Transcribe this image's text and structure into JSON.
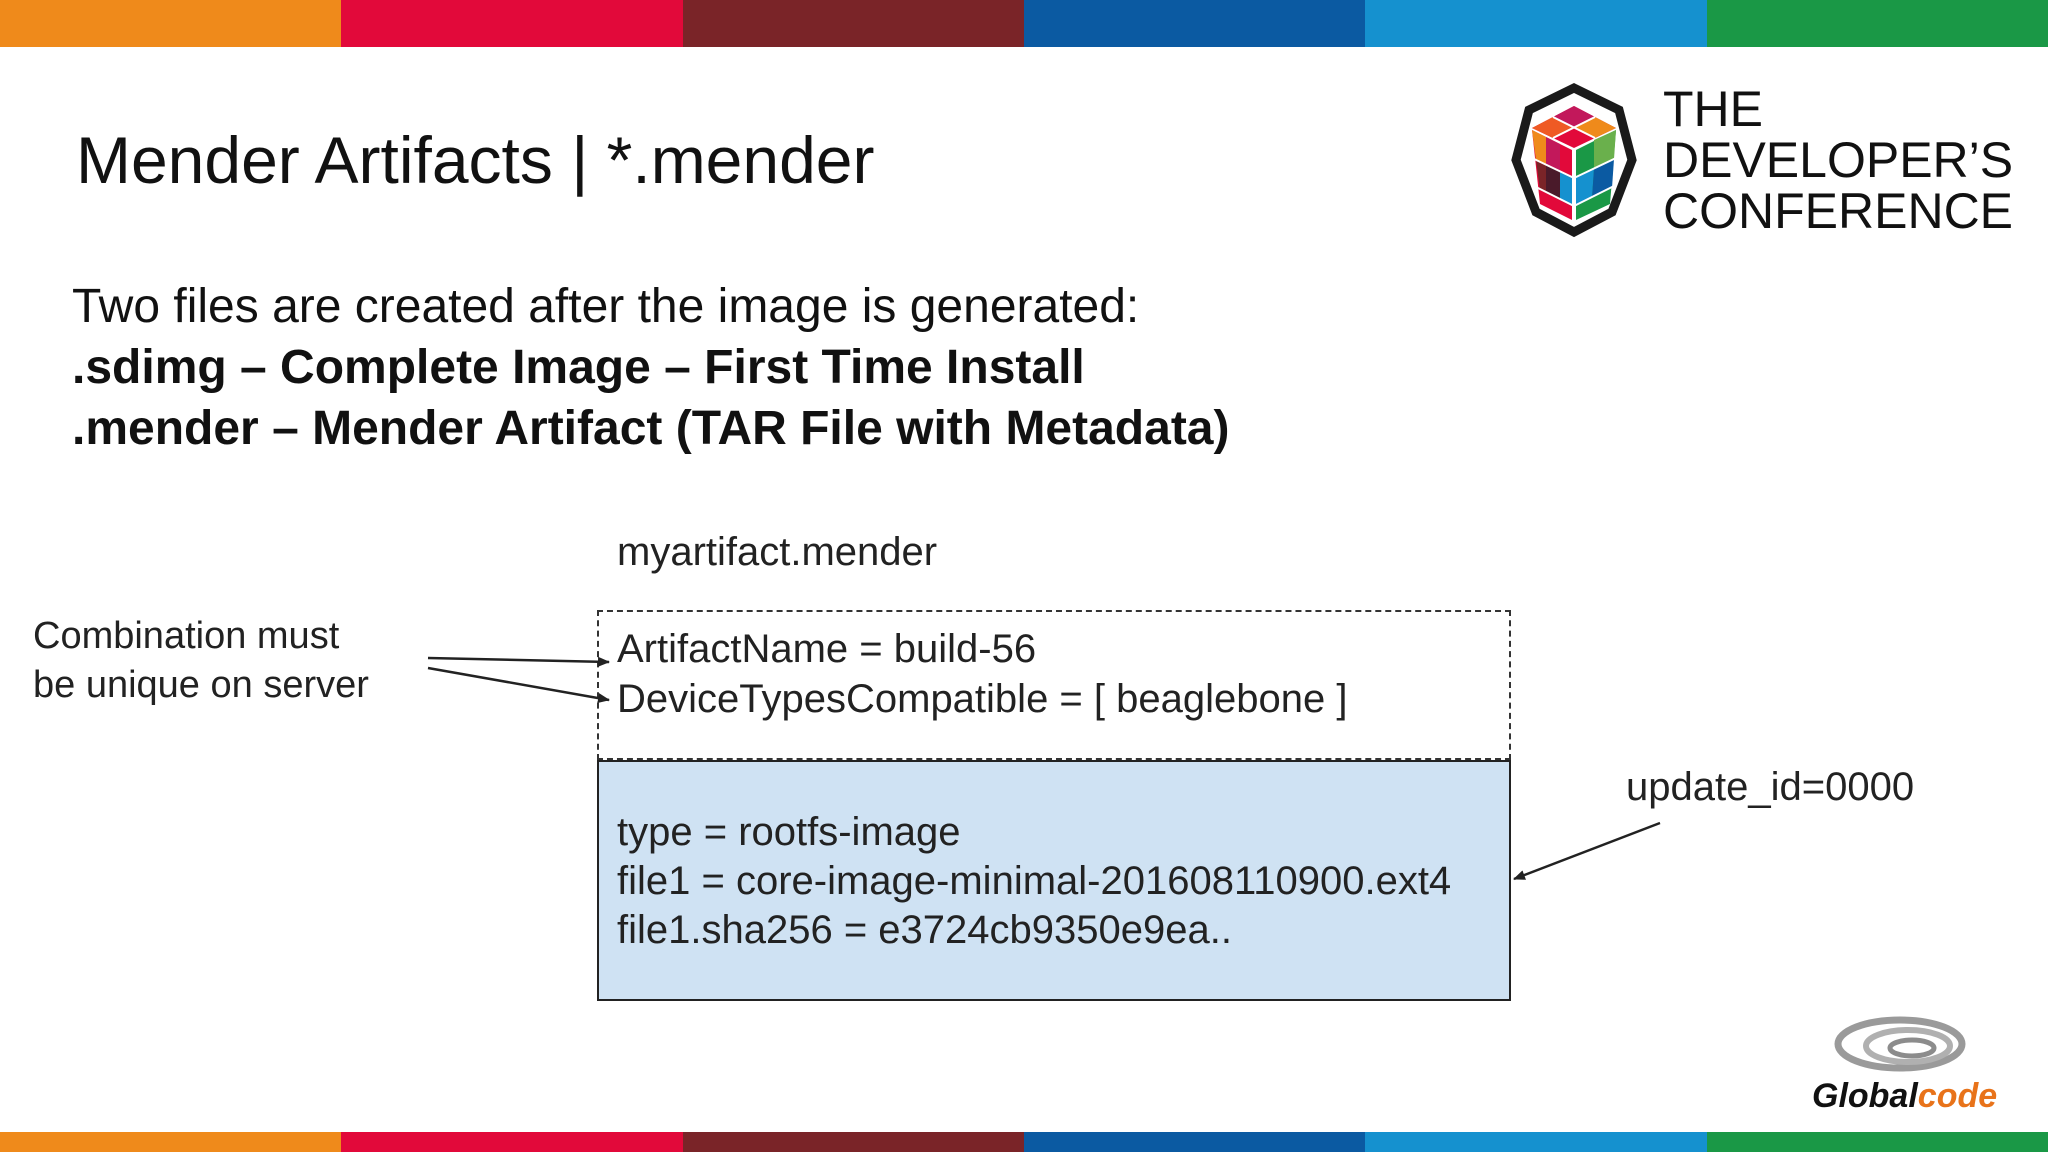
{
  "colors": {
    "stripe": [
      "#ef8a1b",
      "#e2093a",
      "#7a2428",
      "#0b5aa2",
      "#1591cf",
      "#1a9846"
    ],
    "payload_fill": "#cfe2f3",
    "brand_orange": "#e8731a",
    "brand_gray": "#8c8c8c"
  },
  "slide": {
    "title": "Mender Artifacts | *.mender",
    "intro": "Two files are created after the image is generated:",
    "bullets": [
      ".sdimg – Complete Image – First Time Install",
      ".mender – Mender Artifact (TAR File with Metadata)"
    ]
  },
  "conference_logo": {
    "line1": "THE",
    "line2": "DEVELOPER’S",
    "line3": "CONFERENCE"
  },
  "diagram": {
    "filename": "myartifact.mender",
    "header_lines": [
      "ArtifactName = build-56",
      "DeviceTypesCompatible = [ beaglebone ]"
    ],
    "payload_lines": [
      "type = rootfs-image",
      "file1 = core-image-minimal-201608110900.ext4",
      "file1.sha256 = e3724cb9350e9ea.."
    ],
    "note_lines": [
      "Combination must",
      "be unique on server"
    ],
    "update_label": "update_id=0000"
  },
  "footer_logo": {
    "text_part1": "Global",
    "text_part2": "code"
  }
}
